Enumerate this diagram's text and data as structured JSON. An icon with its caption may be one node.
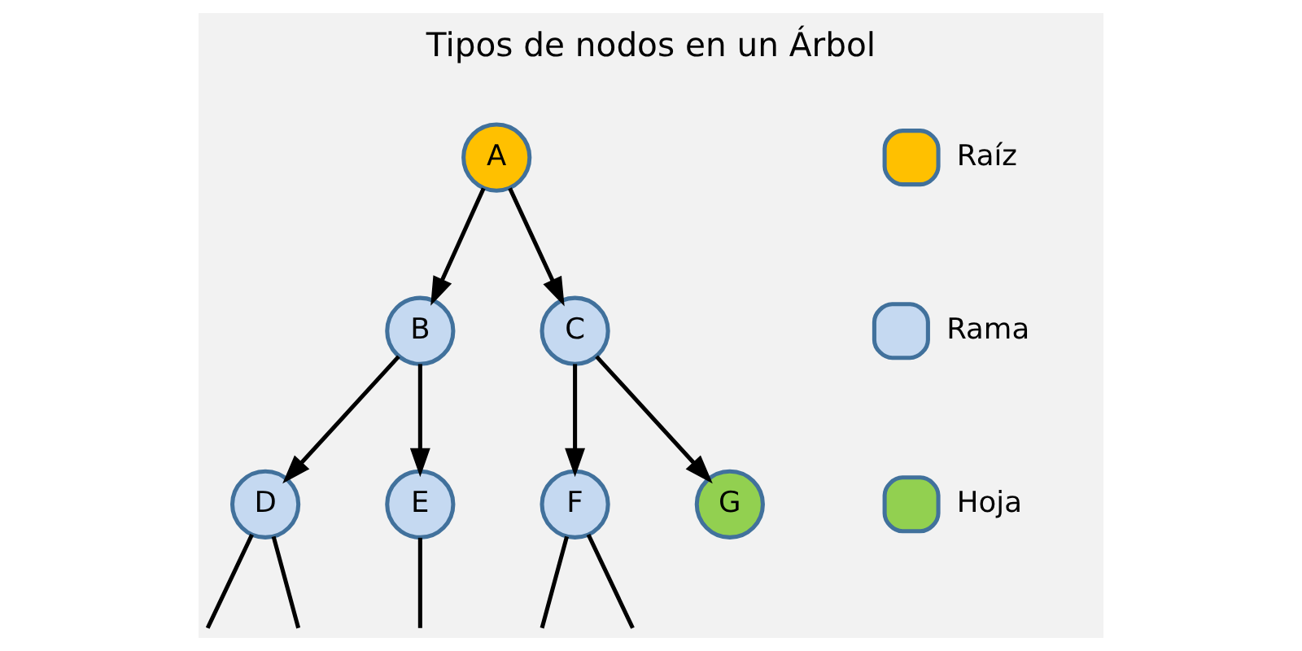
{
  "diagram": {
    "title": "Tipos de nodos en un Árbol",
    "nodes": [
      {
        "text": [
          "A"
        ]
      },
      {
        "text": [
          "B"
        ]
      },
      {
        "text": [
          "C"
        ]
      },
      {
        "text": [
          "D"
        ]
      },
      {
        "text": [
          "E"
        ]
      },
      {
        "text": [
          "F"
        ]
      },
      {
        "text": [
          "G"
        ]
      }
    ],
    "edges": [
      {
        "from": 0,
        "to": 1,
        "arrow": "to"
      },
      {
        "from": 0,
        "to": 2,
        "arrow": "to"
      },
      {
        "from": 1,
        "to": 3,
        "arrow": "to"
      },
      {
        "from": 1,
        "to": 4,
        "arrow": "to"
      },
      {
        "from": 2,
        "to": 5,
        "arrow": "to"
      },
      {
        "from": 2,
        "to": 6,
        "arrow": "to"
      },
      {
        "from": 3,
        "to": null,
        "arrow": "none"
      },
      {
        "from": 3,
        "to": null,
        "arrow": "none"
      },
      {
        "from": 4,
        "to": null,
        "arrow": "none"
      },
      {
        "from": 5,
        "to": null,
        "arrow": "none"
      },
      {
        "from": 5,
        "to": null,
        "arrow": "none"
      }
    ],
    "legend": [
      {
        "text": "Raíz",
        "color": "#ffc000"
      },
      {
        "text": "Rama",
        "color": "#c5d9f1"
      },
      {
        "text": "Hoja",
        "color": "#92d050"
      }
    ]
  }
}
